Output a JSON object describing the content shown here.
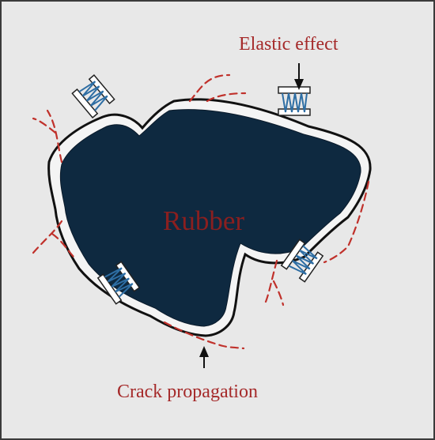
{
  "labels": {
    "elastic_effect": "Elastic effect",
    "rubber": "Rubber",
    "crack_propagation": "Crack propagation"
  },
  "colors": {
    "background": "#e8e8e8",
    "frame": "#3a3a3a",
    "rubber_fill": "#0e2940",
    "rubber_outline": "#111111",
    "matrix_gap": "#f4f4f4",
    "crack": "#c0312b",
    "label_text": "#a52a2a",
    "rubber_text": "#8b1f1f",
    "spring": "#2e6ea4",
    "arrow": "#111111"
  },
  "icons": {
    "spring": "spring-icon",
    "arrow": "arrow-icon"
  }
}
